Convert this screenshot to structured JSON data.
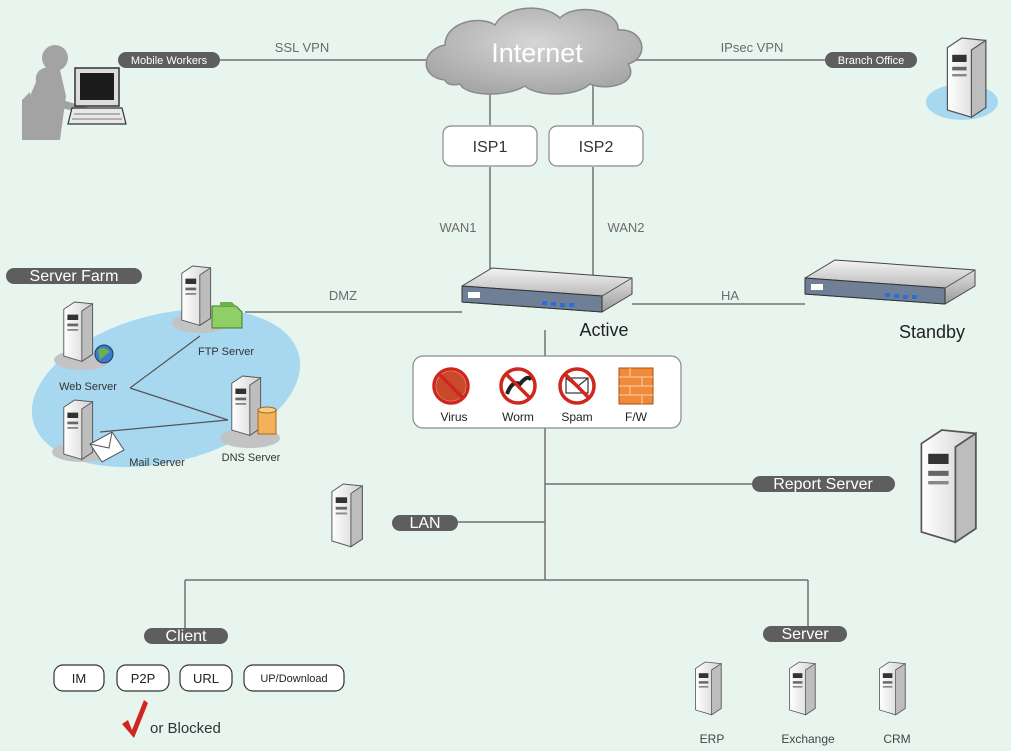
{
  "colors": {
    "background": "#e8f5ee",
    "line": "#707070",
    "pill": "#5e5e5e",
    "cloud": "#b9b9b9",
    "server_body": "#f2f2f2",
    "farm_ellipse": "#a8d8f0",
    "no_sign_red": "#d0261d",
    "check_red": "#d0261d"
  },
  "internet": {
    "label": "Internet"
  },
  "isp": [
    "ISP1",
    "ISP2"
  ],
  "wan": [
    "WAN1",
    "WAN2"
  ],
  "vpn": {
    "ssl": "SSL VPN",
    "ipsec": "IPsec VPN"
  },
  "remote": {
    "mobile_workers": "Mobile Workers",
    "branch_office": "Branch Office"
  },
  "links": {
    "dmz": "DMZ",
    "ha": "HA"
  },
  "appliances": {
    "active": "Active",
    "standby": "Standby"
  },
  "server_farm": {
    "title": "Server Farm",
    "servers": [
      "FTP Server",
      "Web Server",
      "Mail Server",
      "DNS Server"
    ]
  },
  "security": [
    {
      "label": "Virus",
      "icon": "virus-blocked-icon"
    },
    {
      "label": "Worm",
      "icon": "worm-blocked-icon"
    },
    {
      "label": "Spam",
      "icon": "spam-blocked-icon"
    },
    {
      "label": "F/W",
      "icon": "firewall-icon"
    }
  ],
  "report_server": "Report Server",
  "lan": "LAN",
  "client": {
    "title": "Client",
    "tags": [
      "IM",
      "P2P",
      "URL",
      "UP/Download"
    ],
    "note": "or Blocked"
  },
  "server_group": {
    "title": "Server",
    "servers": [
      "ERP",
      "Exchange",
      "CRM"
    ]
  }
}
